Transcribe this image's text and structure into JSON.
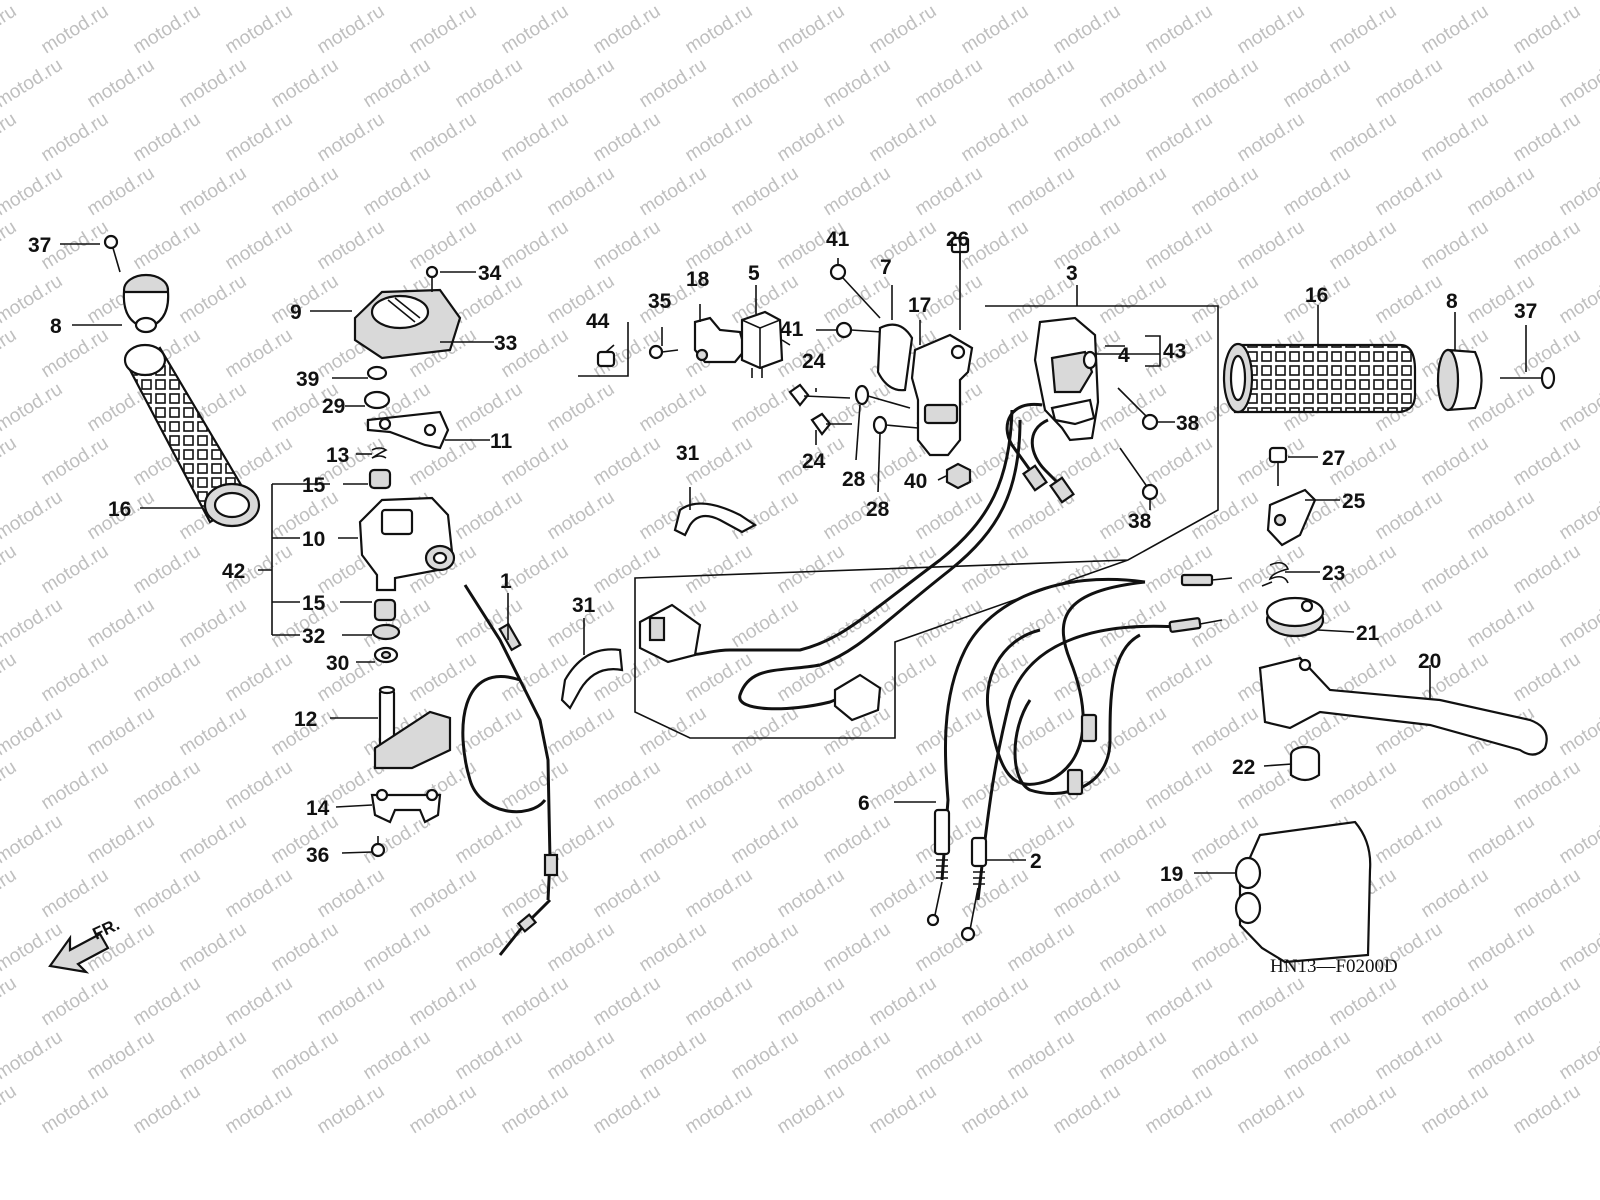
{
  "watermark": "motod.ru",
  "diagram_code": "HN13—F0200D",
  "direction_label": "FR.",
  "part_labels": [
    "37",
    "8",
    "16",
    "9",
    "34",
    "33",
    "39",
    "29",
    "11",
    "13",
    "15",
    "10",
    "42",
    "15",
    "32",
    "30",
    "12",
    "14",
    "36",
    "1",
    "31",
    "44",
    "35",
    "18",
    "5",
    "41",
    "7",
    "17",
    "26",
    "41",
    "24",
    "24",
    "28",
    "28",
    "40",
    "31",
    "3",
    "4",
    "43",
    "38",
    "38",
    "16",
    "8",
    "37",
    "27",
    "25",
    "23",
    "21",
    "20",
    "22",
    "6",
    "2",
    "19"
  ]
}
